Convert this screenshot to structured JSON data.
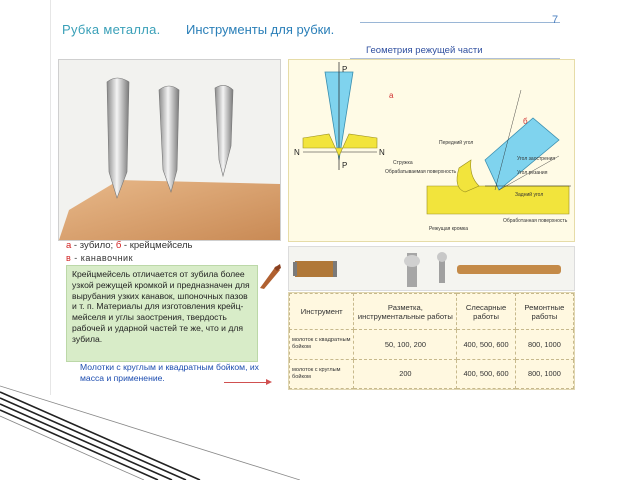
{
  "header": {
    "title": "Рубка металла.",
    "subtitle": "Инструменты для рубки.",
    "badge": "7"
  },
  "geometry": {
    "title": "Геометрия режущей части",
    "label_a": "а",
    "label_b": "б",
    "label_p_top": "P",
    "label_p_bottom": "P",
    "label_n_left": "N",
    "label_n_right": "N",
    "callouts": [
      "Передний угол",
      "Угол заострения",
      "Угол резания",
      "Задний угол",
      "Обрабатываемая поверхность",
      "Стружка",
      "Обработанная поверхность",
      "Режущая кромка"
    ]
  },
  "legend": {
    "a_letter": "а",
    "a_text": " - зубило;",
    "b_letter": "б",
    "b_text": " - крейцмейсель",
    "c_letter": "в",
    "c_text": " - канавочник"
  },
  "note": {
    "text": "Крейцмейсель отличается от зубила более узкой режущей кромкой и предназначен для вырубания узких канавок, шпоночных пазов и т. п. Материалы для изготовления крейц- мейселя и углы заострения, твердость рабочей и ударной частей те же, что и для зубила."
  },
  "hammers_link": {
    "text": "Молотки с круглым и квадратным бойком, их масса и применение."
  },
  "table": {
    "headers": [
      "Инструмент",
      "Разметка, инструментальные работы",
      "Слесарные работы",
      "Ремонтные работы"
    ],
    "rows": [
      [
        "молоток с квадратным бойком",
        "50, 100, 200",
        "400, 500, 600",
        "800, 1000"
      ],
      [
        "молоток с круглым бойком",
        "200",
        "400, 500, 600",
        "800, 1000"
      ]
    ]
  },
  "colors": {
    "title": "#3aa0b8",
    "subtitle": "#2a7fb8",
    "note_bg": "#d8ecc8",
    "table_bg": "#fff8e0",
    "geometry_bg": "#fffbe6",
    "accent_red": "#d02020"
  }
}
